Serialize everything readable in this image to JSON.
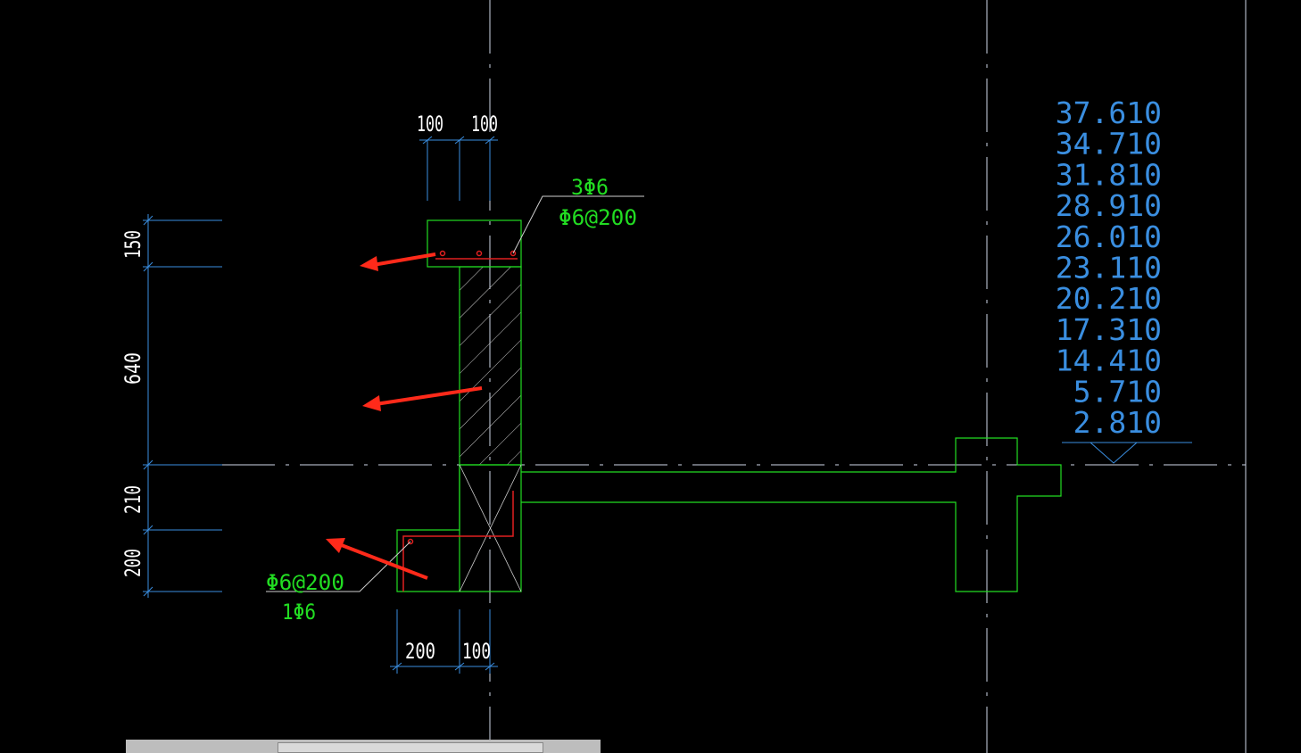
{
  "dimensions": {
    "top_left": "100",
    "top_right": "100",
    "bottom_left": "200",
    "bottom_right": "100",
    "vert_150": "150",
    "vert_640": "640",
    "vert_210": "210",
    "vert_200": "200"
  },
  "rebar_labels": {
    "top_line1": "3Φ6",
    "top_line2": "Φ6@200",
    "bottom_line1": "Φ6@200",
    "bottom_line2": "1Φ6"
  },
  "elevations": [
    "37.610",
    "34.710",
    "31.810",
    "28.910",
    "26.010",
    "23.110",
    "20.210",
    "17.310",
    "14.410",
    "5.710",
    "2.810"
  ],
  "colors": {
    "background": "#000000",
    "structure": "#22dd22",
    "dimension": "#3a8ee0",
    "axis": "#cfd8e8",
    "rebar": "#e02020",
    "arrow": "#ff2a1a"
  }
}
